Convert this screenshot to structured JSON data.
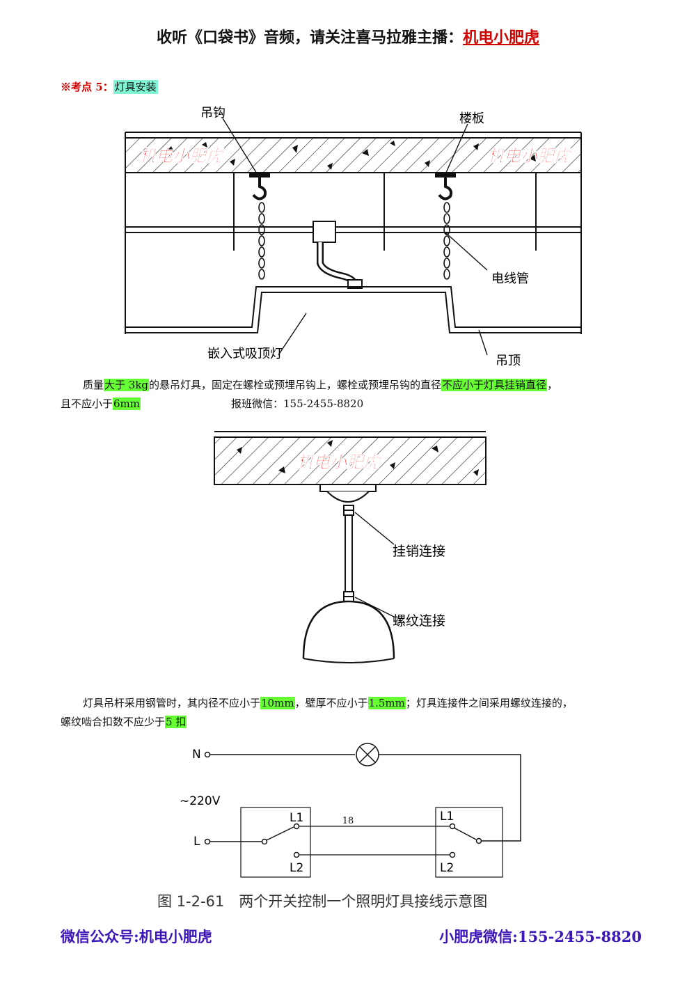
{
  "header": {
    "prefix": "收听《口袋书》音频，请关注喜马拉雅主播：",
    "highlight": "机电小肥虎"
  },
  "point": {
    "label": "※考点 5：",
    "title": "灯具安装"
  },
  "watermark": "机电小肥虎",
  "figure1": {
    "labels": {
      "hook": "吊钩",
      "slab": "楼板",
      "conduit": "电线管",
      "lamp": "嵌入式吸顶灯",
      "ceiling": "吊顶"
    }
  },
  "para1": {
    "t1": "质量",
    "h1": "大于 3kg",
    "t2": "的悬吊灯具，固定在螺栓或预埋吊钩上，螺栓或预埋吊钩的直径",
    "h2": "不应小于灯具挂销直径",
    "t3": "，",
    "t4": "且不应小于",
    "h3": "6mm",
    "contact": "报班微信：155-2455-8820"
  },
  "figure2": {
    "labels": {
      "pin": "挂销连接",
      "thread": "螺纹连接"
    }
  },
  "para2": {
    "t1": "灯具吊杆采用钢管时，其内径不应小于",
    "h1": "10mm",
    "t2": "，壁厚不应小于",
    "h2": "1.5mm",
    "t3": "；灯具连接件之间采用螺纹连接的，",
    "t4": "螺纹啮合扣数不应少于",
    "h3": "5 扣"
  },
  "figure3": {
    "labels": {
      "n": "N",
      "voltage": "~220V",
      "l": "L",
      "l1_left": "L1",
      "l2_left": "L2",
      "l1_right": "L1",
      "l2_right": "L2"
    },
    "caption": "图 1-2-61　两个开关控制一个照明灯具接线示意图"
  },
  "page_number": "18",
  "footer": {
    "left": "微信公众号:机电小肥虎",
    "right": "小肥虎微信:155-2455-8820"
  },
  "colors": {
    "red": "#d00000",
    "green_highlight": "#66ff33",
    "teal_highlight": "#7ff5d6",
    "footer_blue": "#3d16b8"
  }
}
